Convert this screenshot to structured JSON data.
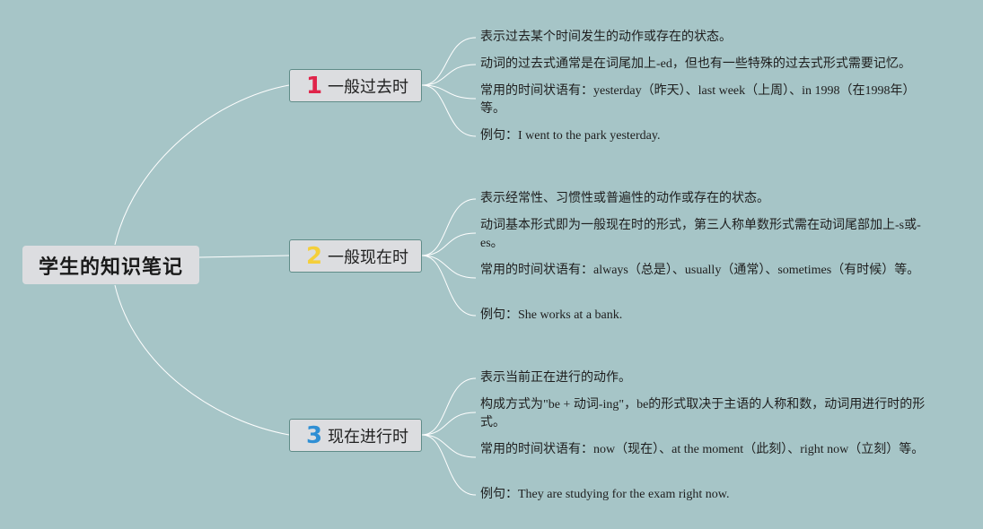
{
  "root": {
    "label": "学生的知识笔记"
  },
  "colors": {
    "background": "#a6c5c7",
    "node_fill": "#dcdde0",
    "node_border": "#5f8c88",
    "connector": "#ffffff",
    "num1": "#e0244a",
    "num2": "#f4cf3a",
    "num3": "#2f8fd4"
  },
  "branches": [
    {
      "number": "1",
      "label": "一般过去时",
      "items": [
        "表示过去某个时间发生的动作或存在的状态。",
        "动词的过去式通常是在词尾加上-ed，但也有一些特殊的过去式形式需要记忆。",
        "常用的时间状语有：yesterday（昨天）、last week（上周）、in 1998（在1998年）等。",
        "例句：I went to the park yesterday."
      ]
    },
    {
      "number": "2",
      "label": "一般现在时",
      "items": [
        "表示经常性、习惯性或普遍性的动作或存在的状态。",
        "动词基本形式即为一般现在时的形式，第三人称单数形式需在动词尾部加上-s或-es。",
        "常用的时间状语有：always（总是）、usually（通常）、sometimes（有时候）等。",
        "例句：She works at a bank."
      ]
    },
    {
      "number": "3",
      "label": "现在进行时",
      "items": [
        "表示当前正在进行的动作。",
        "构成方式为\"be + 动词-ing\"，be的形式取决于主语的人称和数，动词用进行时的形式。",
        "常用的时间状语有：now（现在）、at the moment（此刻）、right now（立刻）等。",
        "例句：They are studying for the exam right now."
      ]
    }
  ]
}
